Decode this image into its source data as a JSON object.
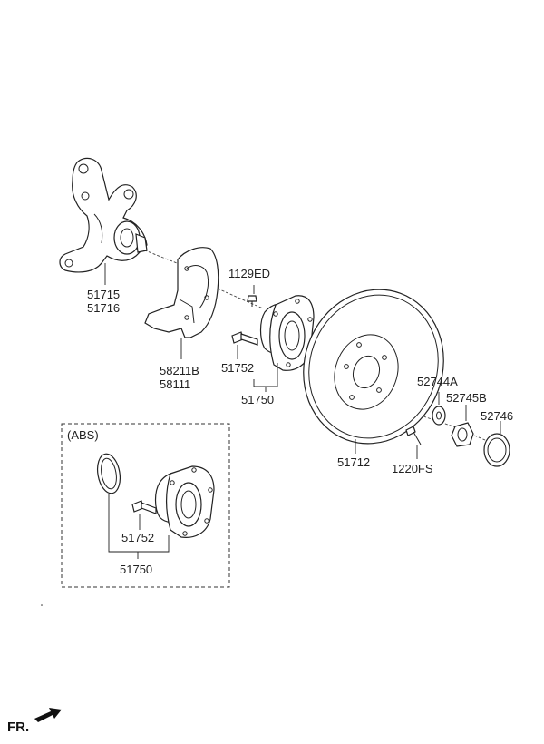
{
  "labels": {
    "knuckle_a": "51715",
    "knuckle_b": "51716",
    "shield_a": "58211B",
    "shield_b": "58111",
    "bolt_1129": "1129ED",
    "bolt_51752_top": "51752",
    "hub_51750_top": "51750",
    "disc": "51712",
    "washer": "52744A",
    "nut": "52745B",
    "cap": "52746",
    "screw": "1220FS",
    "abs_title": "(ABS)",
    "bolt_51752_abs": "51752",
    "hub_51750_abs": "51750",
    "front": "FR."
  }
}
